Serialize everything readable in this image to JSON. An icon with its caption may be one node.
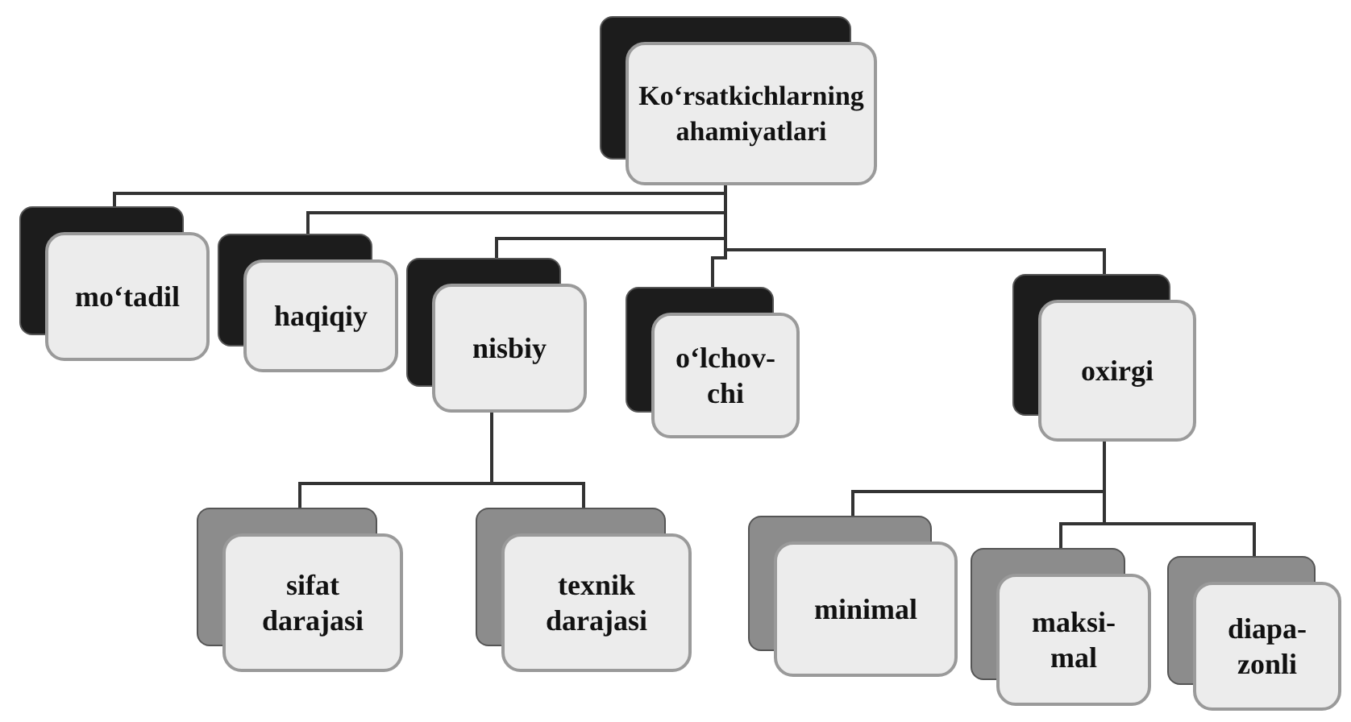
{
  "diagram": {
    "nodes": [
      {
        "text": [
          "Ko‘rsatkichlarning ahamiyatlari"
        ]
      },
      {
        "text": [
          "mo‘tadil"
        ]
      },
      {
        "text": [
          "haqiqiy"
        ]
      },
      {
        "text": [
          "nisbiy"
        ]
      },
      {
        "text": [
          "o‘lchov-chi"
        ]
      },
      {
        "text": [
          "oxirgi"
        ]
      },
      {
        "text": [
          "sifat darajasi"
        ]
      },
      {
        "text": [
          "texnik darajasi"
        ]
      },
      {
        "text": [
          "minimal"
        ]
      },
      {
        "text": [
          "maksi-mal"
        ]
      },
      {
        "text": [
          "diapa-zonli"
        ]
      }
    ],
    "edges": [
      {
        "from": 0,
        "to": 1,
        "arrow": "none"
      },
      {
        "from": 0,
        "to": 2,
        "arrow": "none"
      },
      {
        "from": 0,
        "to": 3,
        "arrow": "none"
      },
      {
        "from": 0,
        "to": 4,
        "arrow": "none"
      },
      {
        "from": 0,
        "to": 5,
        "arrow": "none"
      },
      {
        "from": 3,
        "to": 6,
        "arrow": "none"
      },
      {
        "from": 3,
        "to": 7,
        "arrow": "none"
      },
      {
        "from": 5,
        "to": 8,
        "arrow": "none"
      },
      {
        "from": 5,
        "to": 9,
        "arrow": "none"
      },
      {
        "from": 5,
        "to": 10,
        "arrow": "none"
      }
    ]
  }
}
